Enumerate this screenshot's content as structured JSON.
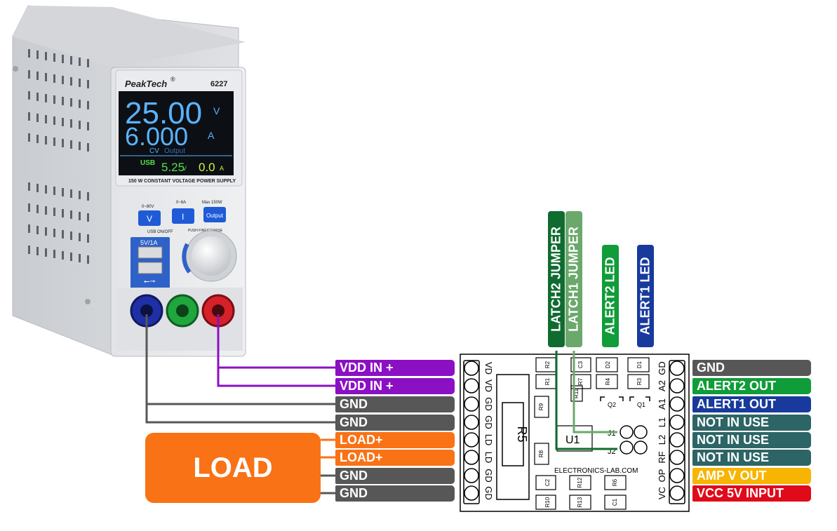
{
  "psu": {
    "brand": "PeakTech",
    "reg": "®",
    "model": "6227",
    "voltage_display": "25.00",
    "voltage_unit": "V",
    "current_display": "6.000",
    "current_unit": "A",
    "mode": "CV",
    "output_text": "Output",
    "usb_label": "USB",
    "usb_voltage": "5.25",
    "usb_voltage_unit": "V",
    "usb_current": "0.0",
    "usb_current_unit": "A",
    "subtitle": "150 W CONSTANT VOLTAGE POWER SUPPLY",
    "btn_v_range": "0~80V",
    "btn_v_label": "V",
    "btn_i_range": "0~6A",
    "btn_i_label": "I",
    "btn_out_range": "Max 150W",
    "btn_out_label": "Output",
    "usb_onoff": "USB ON/OFF",
    "push_fine": "PUSH FINE/COARSE",
    "usb_port_label": "5V/1A",
    "terminal_minus": "−",
    "terminal_gnd": "⏚",
    "terminal_plus": "+"
  },
  "left_labels": [
    {
      "text": "VDD IN +",
      "color": "#8b10c4"
    },
    {
      "text": "VDD IN +",
      "color": "#8b10c4"
    },
    {
      "text": "GND",
      "color": "#575757"
    },
    {
      "text": "GND",
      "color": "#575757"
    },
    {
      "text": "LOAD+",
      "color": "#f97316"
    },
    {
      "text": "LOAD+",
      "color": "#f97316"
    },
    {
      "text": "GND",
      "color": "#575757"
    },
    {
      "text": "GND",
      "color": "#575757"
    }
  ],
  "right_labels": [
    {
      "text": "GND",
      "color": "#575757"
    },
    {
      "text": "ALERT2 OUT",
      "color": "#119c3a"
    },
    {
      "text": "ALERT1 OUT",
      "color": "#173a9c"
    },
    {
      "text": "NOT IN  USE",
      "color": "#2d6566"
    },
    {
      "text": "NOT IN USE",
      "color": "#2d6566"
    },
    {
      "text": "NOT IN USE",
      "color": "#2d6566"
    },
    {
      "text": "AMP V OUT",
      "color": "#f7b400"
    },
    {
      "text": "VCC 5V INPUT",
      "color": "#e00b1a"
    }
  ],
  "top_labels": {
    "latch2": {
      "text": "LATCH2 JUMPER",
      "color": "#0f6b30"
    },
    "latch1": {
      "text": "LATCH1 JUMPER",
      "color": "#6aa86b"
    },
    "alert2": {
      "text": "ALERT2 LED",
      "color": "#119c3a"
    },
    "alert1": {
      "text": "ALERT1 LED",
      "color": "#173a9c"
    }
  },
  "load": {
    "text": "LOAD"
  },
  "board": {
    "left_pins": [
      "VD",
      "VD",
      "GD",
      "GD",
      "LD",
      "LD",
      "GD",
      "GD"
    ],
    "right_pins": [
      "GD",
      "A2",
      "A1",
      "L1",
      "L2",
      "RF",
      "OP",
      "VC"
    ],
    "r5": "R5",
    "u1": "U1",
    "j1": "J1",
    "j2": "J2",
    "q1": "Q1",
    "q2": "Q2",
    "website": "ELECTRONICS-LAB.COM",
    "parts": {
      "r2": "R2",
      "c3": "C3",
      "d2": "D2",
      "d1": "D1",
      "r1": "R1",
      "r7": "R7",
      "r4": "R4",
      "r3": "R3",
      "r11": "R11",
      "r9": "R9",
      "r8": "R8",
      "c2": "C2",
      "r12": "R12",
      "r6": "R6",
      "r10": "R10",
      "r13": "R13",
      "c1": "C1"
    }
  }
}
